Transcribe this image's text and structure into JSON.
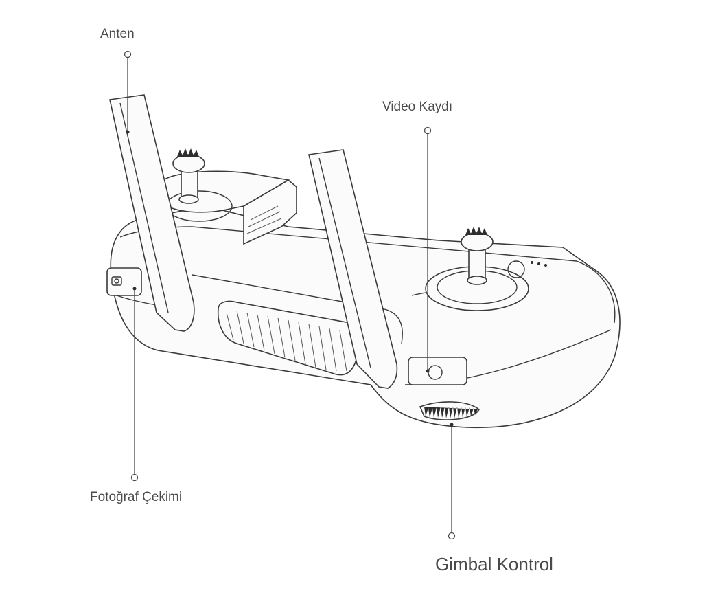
{
  "labels": {
    "antenna": "Anten",
    "video_record": "Video Kaydı",
    "photo_capture": "Fotoğraf Çekimi",
    "gimbal_control": "Gimbal Kontrol"
  }
}
